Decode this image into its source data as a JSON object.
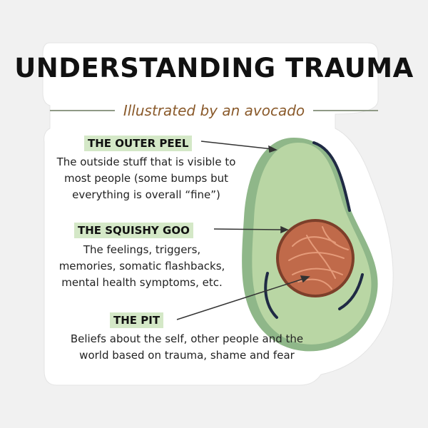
{
  "title": "UNDERSTANDING TRAUMA",
  "subtitle": "Illustrated by an avocado",
  "sections": [
    {
      "label": "THE OUTER PEEL",
      "lines": [
        "The outside stuff that is visible to",
        "most people (some bumps but",
        "everything is overall “fine”)"
      ]
    },
    {
      "label": "THE SQUISHY GOO",
      "lines": [
        "The feelings, triggers,",
        "memories, somatic flashbacks,",
        "mental health symptoms, etc."
      ]
    },
    {
      "label": "THE PIT",
      "lines": [
        "Beliefs about the self, other people and the",
        "world based on trauma, shame and fear"
      ]
    }
  ],
  "colors": {
    "label_bg": "#d4e8c7",
    "subtitle": "#8a5a2b",
    "avocado_flesh": "#b9d6a4",
    "avocado_edge": "#8fb789",
    "pit": "#c06a4a",
    "peel_lines": "#1f2a44"
  }
}
